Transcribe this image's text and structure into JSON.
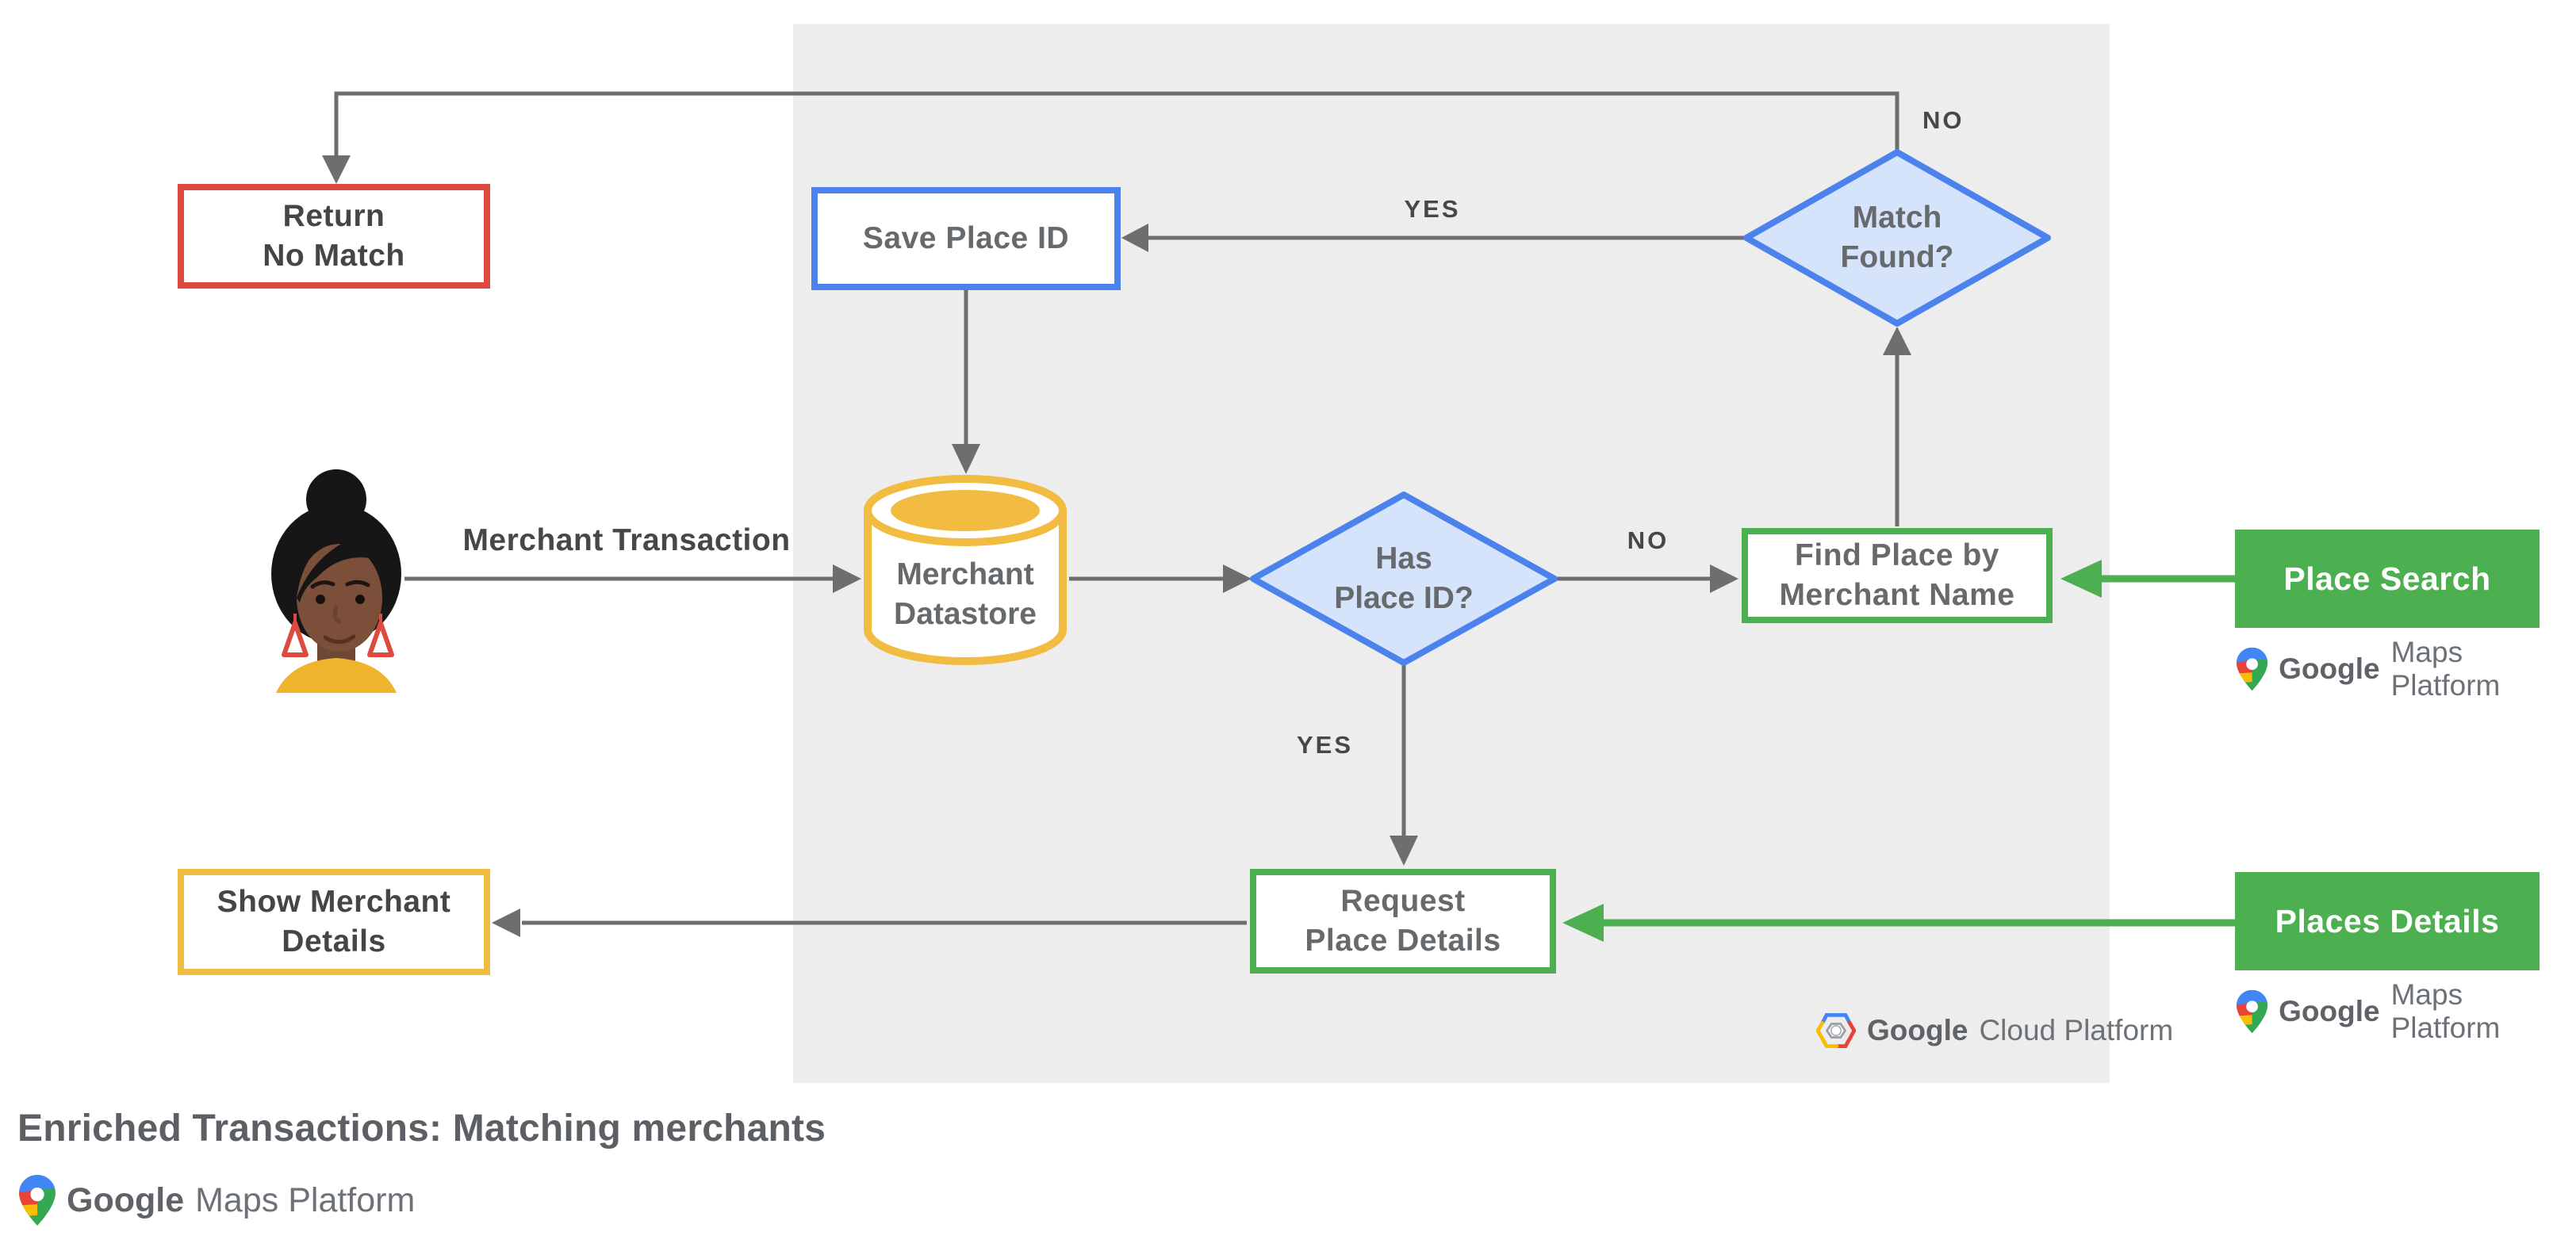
{
  "title": "Enriched Transactions: Matching merchants",
  "nodes": {
    "return_no_match": {
      "line1": "Return",
      "line2": "No Match"
    },
    "save_place_id": {
      "line1": "Save Place ID"
    },
    "match_found": {
      "line1": "Match",
      "line2": "Found?"
    },
    "merchant_datastore": {
      "line1": "Merchant",
      "line2": "Datastore"
    },
    "has_place_id": {
      "line1": "Has",
      "line2": "Place ID?"
    },
    "find_place": {
      "line1": "Find Place by",
      "line2": "Merchant Name"
    },
    "request_place_details": {
      "line1": "Request",
      "line2": "Place Details"
    },
    "show_merchant_details": {
      "line1": "Show Merchant",
      "line2": "Details"
    },
    "place_search": {
      "label": "Place Search"
    },
    "places_details": {
      "label": "Places Details"
    }
  },
  "edge_labels": {
    "match_found_no": "NO",
    "match_found_yes": "YES",
    "has_place_id_no": "NO",
    "has_place_id_yes": "YES",
    "merchant_transaction": "Merchant Transaction"
  },
  "logos": {
    "google_maps_platform": {
      "brand": "Google",
      "suffix": "Maps Platform"
    },
    "google_cloud_platform": {
      "brand": "Google",
      "suffix": "Cloud Platform"
    }
  },
  "colors": {
    "red": "#dd4b3e",
    "blue": "#4c82ec",
    "blue_fill": "#d5e3fb",
    "yellow": "#f2bc42",
    "green": "#4caf50",
    "panel_gray": "#ededed",
    "wire_gray": "#6e6e6e",
    "node_text": "#666a6d",
    "label_text": "#474747"
  }
}
